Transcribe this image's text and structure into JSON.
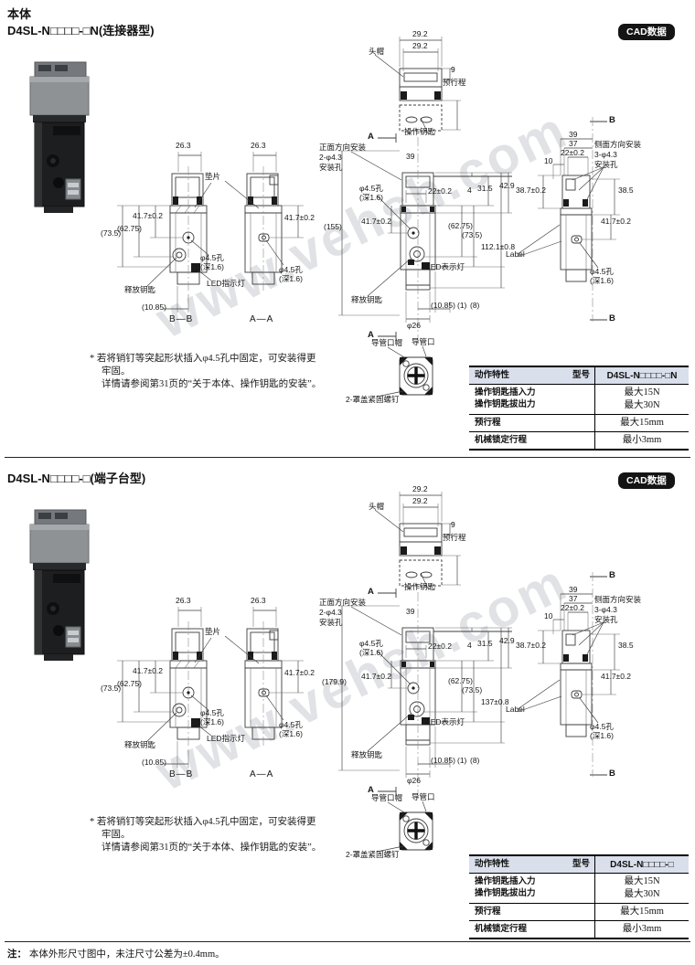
{
  "page": {
    "title": "本体",
    "cad_badge": "CAD数据",
    "watermark": "www.vehsh.com",
    "footer_note_label": "注：",
    "footer_note": "本体外形尺寸图中，未注尺寸公差为±0.4mm。"
  },
  "sections": [
    {
      "heading": "D4SL-N□□□□-□N(连接器型)",
      "dims": {
        "head_cap": "头帽",
        "d29_2": "29.2",
        "d9": "9",
        "pre_travel": "预行程",
        "op_key": "操作钥匙",
        "a": "A",
        "b": "B",
        "d26_3": "26.3",
        "spacer": "垫片",
        "d73_5": "(73.5)",
        "d62_75": "(62.75)",
        "d41_7": "41.7±0.2",
        "hole": "φ4.5孔",
        "hole_depth": "(深1.6)",
        "led_indicator": "LED指示灯",
        "release_key": "释放钥匙",
        "d10_85": "(10.85)",
        "bb": "B—B",
        "aa": "A—A",
        "front_mount1": "正面方向安装",
        "front_mount2": "2-φ4.3",
        "front_mount3": "安装孔",
        "d39": "39",
        "d22": "22±0.2",
        "d4": "4",
        "d31_5": "31.5",
        "d42_9": "42.9",
        "h_overall": "(155)",
        "h_body": "112.1±0.8",
        "label_en": "Label",
        "led_display": "LED表示灯",
        "d1": "(1)",
        "d8": "(8)",
        "phi26": "φ26",
        "conduit_cap": "导管口帽",
        "conduit": "导管口",
        "cover_screws": "2-罩盖紧固螺钉",
        "side_mount1": "侧面方向安装",
        "side_mount2": "3-φ4.3",
        "side_mount3": "安装孔",
        "d37": "37",
        "d10": "10",
        "d38_7": "38.7±0.2",
        "d38_5": "38.5"
      },
      "note": [
        "* 若将销钉等突起形状插入φ4.5孔中固定，可安装得更",
        "牢固。",
        "详情请参阅第31页的“关于本体、操作钥匙的安装”。"
      ],
      "table": {
        "header_left": "动作特性",
        "header_type": "型号",
        "header_model": "D4SL-N□□□□-□N",
        "rows": [
          {
            "label1": "操作钥匙插入力",
            "label2": "操作钥匙拔出力",
            "value1": "最大15N",
            "value2": "最大30N"
          },
          {
            "label1": "预行程",
            "value1": "最大15mm"
          },
          {
            "label1": "机械锁定行程",
            "value1": "最小3mm"
          }
        ]
      }
    },
    {
      "heading": "D4SL-N□□□□-□(端子台型)",
      "dims": {
        "head_cap": "头帽",
        "d29_2": "29.2",
        "d9": "9",
        "pre_travel": "预行程",
        "op_key": "操作钥匙",
        "a": "A",
        "b": "B",
        "d26_3": "26.3",
        "spacer": "垫片",
        "d73_5": "(73.5)",
        "d62_75": "(62.75)",
        "d41_7": "41.7±0.2",
        "hole": "φ4.5孔",
        "hole_depth": "(深1.6)",
        "led_indicator": "LED指示灯",
        "release_key": "释放钥匙",
        "d10_85": "(10.85)",
        "bb": "B—B",
        "aa": "A—A",
        "front_mount1": "正面方向安装",
        "front_mount2": "2-φ4.3",
        "front_mount3": "安装孔",
        "d39": "39",
        "d22": "22±0.2",
        "d4": "4",
        "d31_5": "31.5",
        "d42_9": "42.9",
        "h_overall": "(179.9)",
        "h_body": "137±0.8",
        "label_en": "Label",
        "led_display": "LED表示灯",
        "d1": "(1)",
        "d8": "(8)",
        "phi26": "φ26",
        "conduit_cap": "导管口帽",
        "conduit": "导管口",
        "cover_screws": "2-罩盖紧固螺钉",
        "side_mount1": "侧面方向安装",
        "side_mount2": "3-φ4.3",
        "side_mount3": "安装孔",
        "d37": "37",
        "d10": "10",
        "d38_7": "38.7±0.2",
        "d38_5": "38.5"
      },
      "note": [
        "* 若将销钉等突起形状插入φ4.5孔中固定，可安装得更",
        "牢固。",
        "详情请参阅第31页的“关于本体、操作钥匙的安装”。"
      ],
      "table": {
        "header_left": "动作特性",
        "header_type": "型号",
        "header_model": "D4SL-N□□□□-□",
        "rows": [
          {
            "label1": "操作钥匙插入力",
            "label2": "操作钥匙拔出力",
            "value1": "最大15N",
            "value2": "最大30N"
          },
          {
            "label1": "预行程",
            "value1": "最大15mm"
          },
          {
            "label1": "机械锁定行程",
            "value1": "最小3mm"
          }
        ]
      }
    }
  ]
}
